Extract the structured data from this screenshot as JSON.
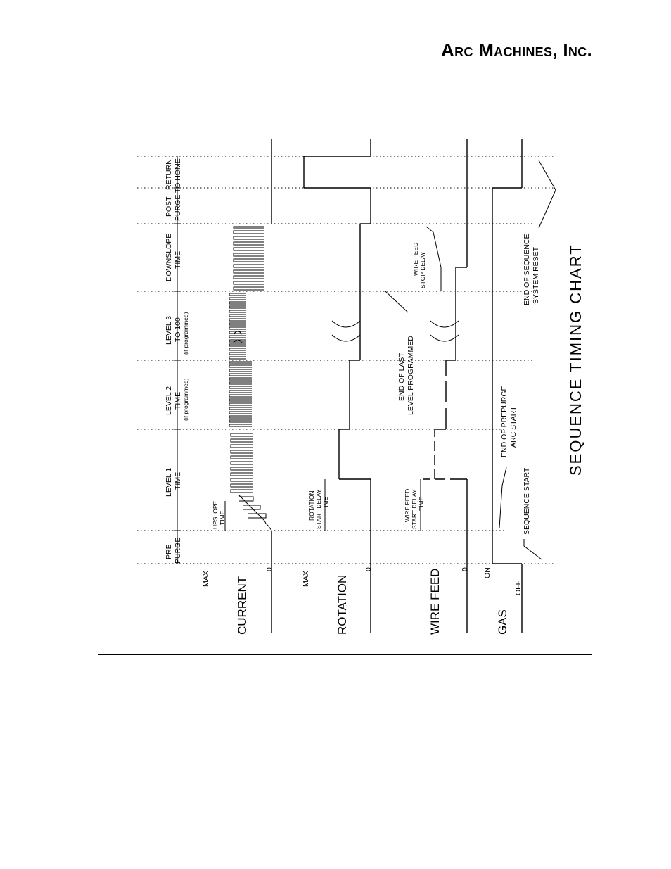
{
  "brand": "Arc Machines, Inc.",
  "chart_title": "SEQUENCE TIMING CHART",
  "signals": {
    "current": {
      "label": "CURRENT",
      "max": "MAX",
      "zero": "0"
    },
    "rotation": {
      "label": "ROTATION",
      "max": "MAX",
      "zero": "0"
    },
    "wire_feed": {
      "label": "WIRE FEED",
      "zero": "0"
    },
    "gas": {
      "label": "GAS",
      "on": "ON",
      "off": "OFF"
    }
  },
  "phases": {
    "pre_purge": [
      "PRE",
      "PURGE"
    ],
    "upslope": [
      "UPSLOPE",
      "TIME"
    ],
    "level1": [
      "LEVEL 1",
      "TIME"
    ],
    "level2": [
      "LEVEL 2",
      "TIME",
      "(if programmed)"
    ],
    "level3": [
      "LEVEL 3",
      "TO 100",
      "(if programmed)"
    ],
    "downslope": [
      "DOWNSLOPE",
      "TIME"
    ],
    "post_purge": [
      "POST",
      "PURGE"
    ],
    "return_home": [
      "RETURN",
      "TO HOME"
    ]
  },
  "annotations": {
    "rotation_delay": [
      "ROTATION",
      "START DELAY",
      "TIME"
    ],
    "wire_start_delay": [
      "WIRE FEED",
      "START DELAY",
      "TIME"
    ],
    "wire_stop_delay": [
      "WIRE FEED",
      "STOP DELAY"
    ],
    "end_last_level": [
      "END OF LAST",
      "LEVEL PROGRAMMED"
    ],
    "sequence_start": "SEQUENCE START",
    "end_prepurge": [
      "END OF PREPURGE",
      "ARC START"
    ],
    "end_sequence": [
      "END OF SEQUENCE",
      "SYSTEM RESET"
    ]
  }
}
